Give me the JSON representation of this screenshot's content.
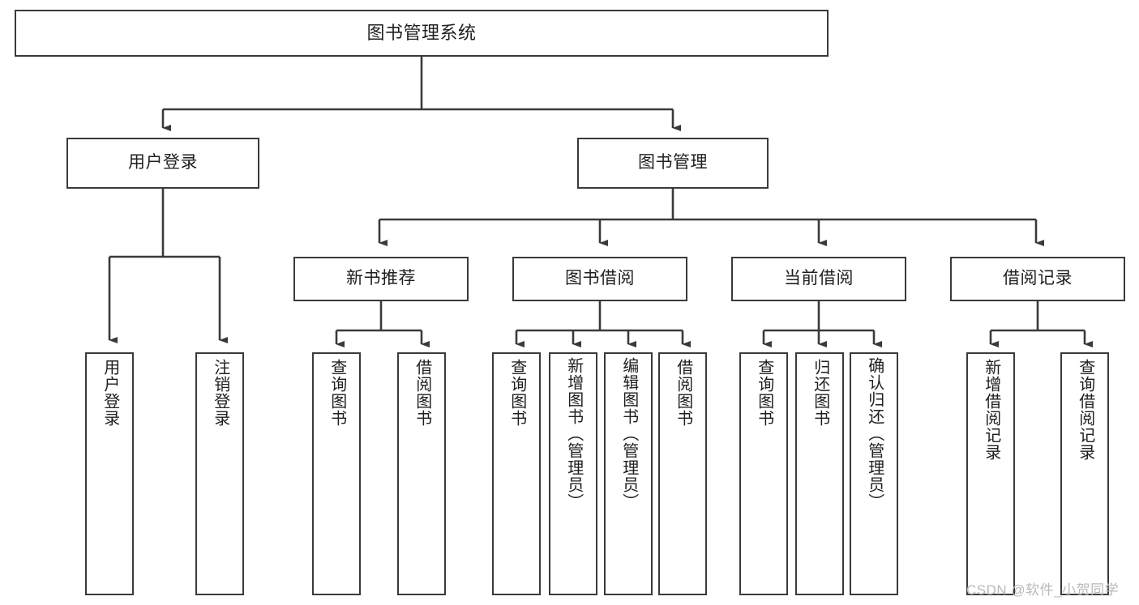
{
  "diagram": {
    "type": "hierarchy-tree",
    "title": "图书管理系统",
    "root": {
      "label": "图书管理系统"
    },
    "level1": [
      {
        "label": "用户登录"
      },
      {
        "label": "图书管理"
      }
    ],
    "level2": [
      {
        "label": "新书推荐"
      },
      {
        "label": "图书借阅"
      },
      {
        "label": "当前借阅"
      },
      {
        "label": "借阅记录"
      }
    ],
    "leaves": {
      "user_login": [
        {
          "label": "用户登录"
        },
        {
          "label": "注销登录"
        }
      ],
      "new_book_recommend": [
        {
          "label": "查询图书"
        },
        {
          "label": "借阅图书"
        }
      ],
      "book_borrow": [
        {
          "label": "查询图书"
        },
        {
          "label": "新增图书（管理员）"
        },
        {
          "label": "编辑图书（管理员）"
        },
        {
          "label": "借阅图书"
        }
      ],
      "current_borrow": [
        {
          "label": "查询图书"
        },
        {
          "label": "归还图书"
        },
        {
          "label": "确认归还（管理员）"
        }
      ],
      "borrow_record": [
        {
          "label": "新增借阅记录"
        },
        {
          "label": "查询借阅记录"
        }
      ]
    }
  },
  "watermark": {
    "text": "CSDN @软件_小贺同学"
  },
  "colors": {
    "border": "#3a3a3a",
    "background": "#ffffff",
    "text": "#1f1f1f",
    "watermark": "#b9b9b9"
  }
}
